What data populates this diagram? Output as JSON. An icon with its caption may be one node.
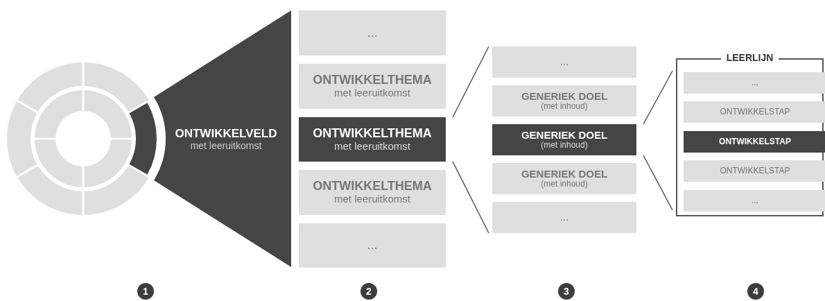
{
  "diagram": {
    "nodes": [
      {
        "text": [
          "ONTWIKKELVELD",
          "met leeruitkomst"
        ]
      },
      {
        "text": [
          "..."
        ]
      },
      {
        "text": [
          "ONTWIKKELTHEMA",
          "met leeruitkomst"
        ]
      },
      {
        "text": [
          "ONTWIKKELTHEMA",
          "met leeruitkomst"
        ]
      },
      {
        "text": [
          "ONTWIKKELTHEMA",
          "met leeruitkomst"
        ]
      },
      {
        "text": [
          "..."
        ]
      },
      {
        "text": [
          "..."
        ]
      },
      {
        "text": [
          "GENERIEK DOEL",
          "(met inhoud)"
        ]
      },
      {
        "text": [
          "GENERIEK DOEL",
          "(met inhoud)"
        ]
      },
      {
        "text": [
          "GENERIEK DOEL",
          "(met inhoud)"
        ]
      },
      {
        "text": [
          "..."
        ]
      },
      {
        "text": [
          "LEERLIJN"
        ]
      },
      {
        "text": [
          "..."
        ],
        "in": 11
      },
      {
        "text": [
          "ONTWIKKELSTAP"
        ],
        "in": 11
      },
      {
        "text": [
          "ONTWIKKELSTAP"
        ],
        "in": 11
      },
      {
        "text": [
          "ONTWIKKELSTAP"
        ],
        "in": 11
      },
      {
        "text": [
          "..."
        ],
        "in": 11
      }
    ],
    "edges": [
      {
        "from": 3,
        "to": 6,
        "arrow": "none"
      },
      {
        "from": 3,
        "to": 10,
        "arrow": "none"
      },
      {
        "from": 8,
        "to": 11,
        "arrow": "none"
      },
      {
        "from": 8,
        "to": 11,
        "arrow": "none"
      }
    ],
    "labels": [
      "1",
      "2",
      "3",
      "4"
    ]
  }
}
